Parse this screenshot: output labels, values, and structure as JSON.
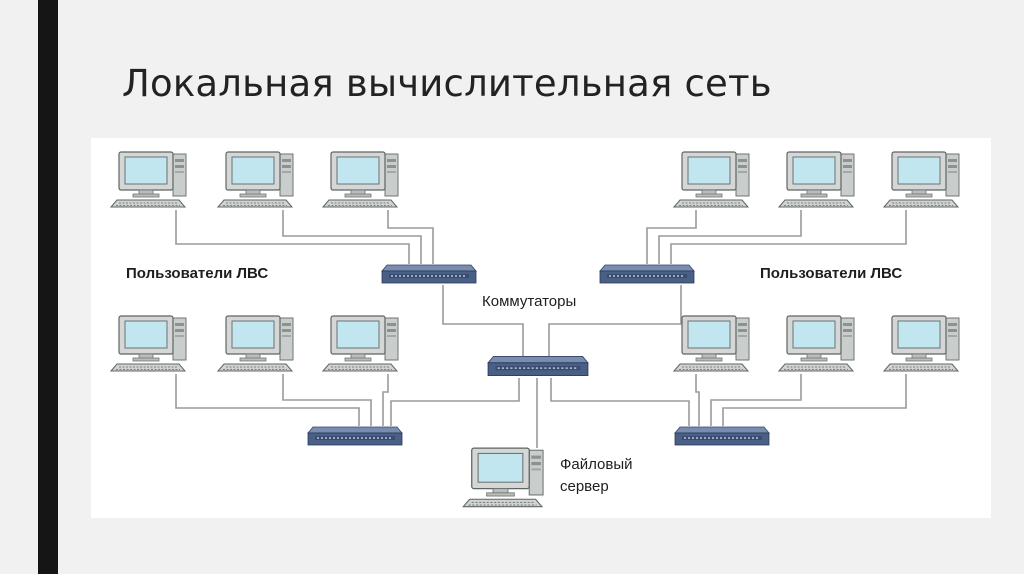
{
  "slide": {
    "title": "Локальная вычислительная сеть"
  },
  "diagram": {
    "labels": {
      "users_left": "Пользователи ЛВС",
      "users_right": "Пользователи ЛВС",
      "switches": "Коммутаторы",
      "file_server_line1": "Файловый",
      "file_server_line2": "сервер"
    },
    "colors": {
      "switch_body": "#4a5f86",
      "wire": "#9a9a9a",
      "monitor": "#d4d7d6",
      "screen": "#c2e6ef"
    }
  }
}
